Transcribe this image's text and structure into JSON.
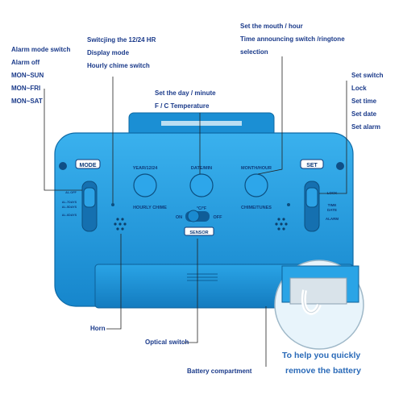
{
  "labels_left": [
    "Alarm mode switch",
    "Alarm off",
    "MON~SUN",
    "MON~FRI",
    "MON~SAT"
  ],
  "labels_top_left": [
    "Switcjing the 12/24 HR",
    "Display mode",
    "Hourly chime switch"
  ],
  "labels_top_mid": [
    "Set the day / minute",
    "F / C Temperature"
  ],
  "labels_top_right": [
    "Set the mouth / hour",
    "Time announcing switch /ringtone",
    "selection"
  ],
  "labels_right": [
    "Set switch",
    "Lock",
    "Set time",
    "Set date",
    "Set alarm"
  ],
  "labels_bottom": {
    "horn": "Horn",
    "optical_switch": "Optical switch",
    "battery": "Battery compartment"
  },
  "callout": [
    "To help you quickly",
    "remove the battery"
  ],
  "clock": {
    "mode": "MODE",
    "set": "SET",
    "btn1": "YEAR/12/24",
    "btn2": "DATE/MIN",
    "btn3": "MONTH/HOUR",
    "hourly_chime": "HOURLY CHIME",
    "chime_tunes": "CHIME/TUNES",
    "on": "ON",
    "off": "OFF",
    "cf": "°C/°F",
    "sensor": "SENSOR",
    "al_off": "AL.OFF",
    "al_7days": "AL.7DAYS",
    "al_5days": "AL.5DAYS",
    "al_6days": "AL.6DAYS",
    "lock": "LOCK",
    "time": "TIME",
    "date": "DATE",
    "alarm": "ALARM"
  },
  "colors": {
    "clock_body": "#1e9be0",
    "clock_dark": "#1577b8",
    "text": "#1a3a8a",
    "callout": "#2a6ab8"
  }
}
